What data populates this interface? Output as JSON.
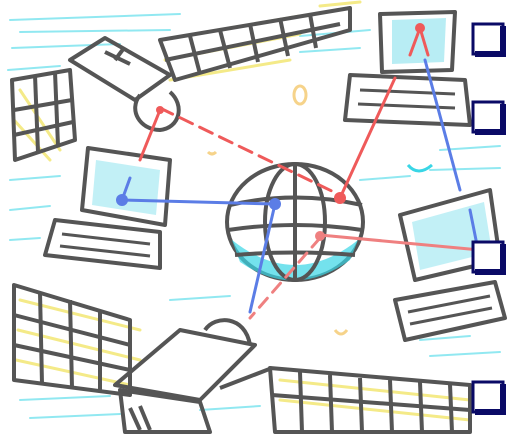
{
  "scene": {
    "description_visible_text": "",
    "colors": {
      "sketch": "#555555",
      "cyan": "#39d6e6",
      "yellow": "#f2e56b",
      "red": "#ef5a5a",
      "blue": "#5b7de6",
      "navy": "#0a0a66"
    }
  },
  "corner_buttons": [
    {
      "name": "corner-button-1"
    },
    {
      "name": "corner-button-2"
    },
    {
      "name": "corner-button-3"
    },
    {
      "name": "corner-button-4"
    }
  ]
}
